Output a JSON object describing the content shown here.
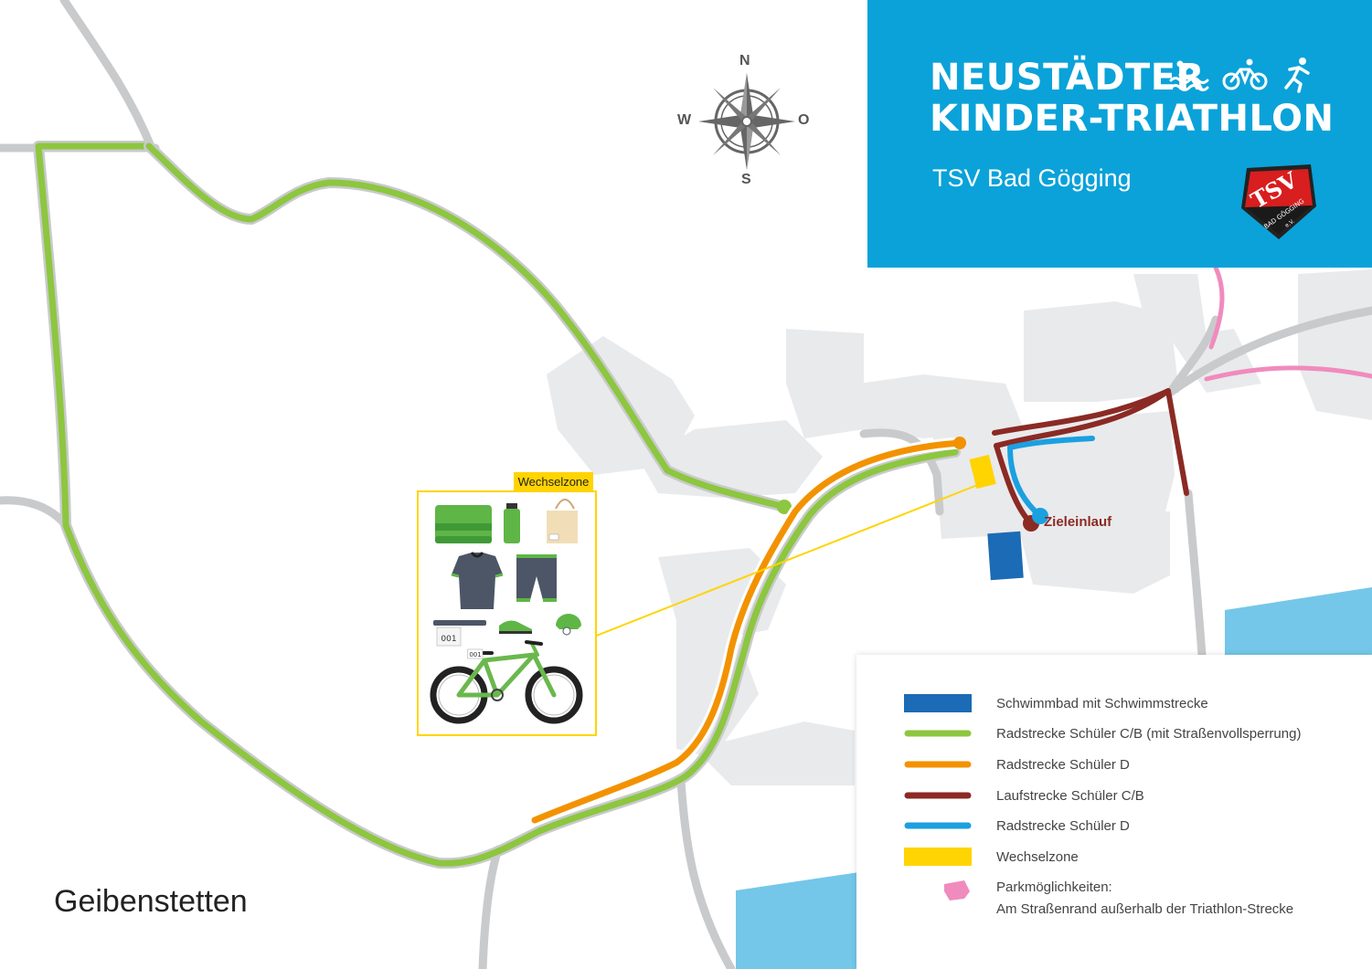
{
  "header": {
    "title_line1": "NEUSTÄDTER",
    "title_line2": "KINDER-TRIATHLON",
    "organizer": "TSV Bad Gögging",
    "crest_text": "TSV",
    "crest_subtext": "BAD GÖGGING",
    "crest_ev": "e.V.",
    "color": "#0aa2d9"
  },
  "compass": {
    "north": "N",
    "south": "S",
    "west": "W",
    "east": "O"
  },
  "transition_zone": {
    "label": "Wechselzone",
    "items": [
      "towel-icon",
      "bottle-icon",
      "bag-icon",
      "jersey-icon",
      "shorts-icon",
      "race-belt-icon",
      "shoe-icon",
      "helmet-icon",
      "bike-icon"
    ],
    "bib_number": "001"
  },
  "map_labels": {
    "finish": "Zieleinlauf",
    "town": "Geibenstetten"
  },
  "legend": [
    {
      "label": "Schwimmbad mit Schwimmstrecke",
      "color": "#1b6bb6",
      "symbol": "rect"
    },
    {
      "label": "Radstrecke Schüler C/B (mit Straßenvollsperrung)",
      "color": "#8dc63f",
      "symbol": "line"
    },
    {
      "label": "Radstrecke Schüler D",
      "color": "#f39200",
      "symbol": "line"
    },
    {
      "label": "Laufstrecke Schüler C/B",
      "color": "#8b2a24",
      "symbol": "line"
    },
    {
      "label": "Radstrecke Schüler D",
      "color": "#1ba0e0",
      "symbol": "line"
    },
    {
      "label": "Wechselzone",
      "color": "#ffd400",
      "symbol": "rect"
    },
    {
      "label": "Parkmöglichkeiten:",
      "label2": "Am Straßenrand außerhalb der Triathlon-Strecke",
      "color": "#f08bbd",
      "symbol": "poly"
    }
  ]
}
